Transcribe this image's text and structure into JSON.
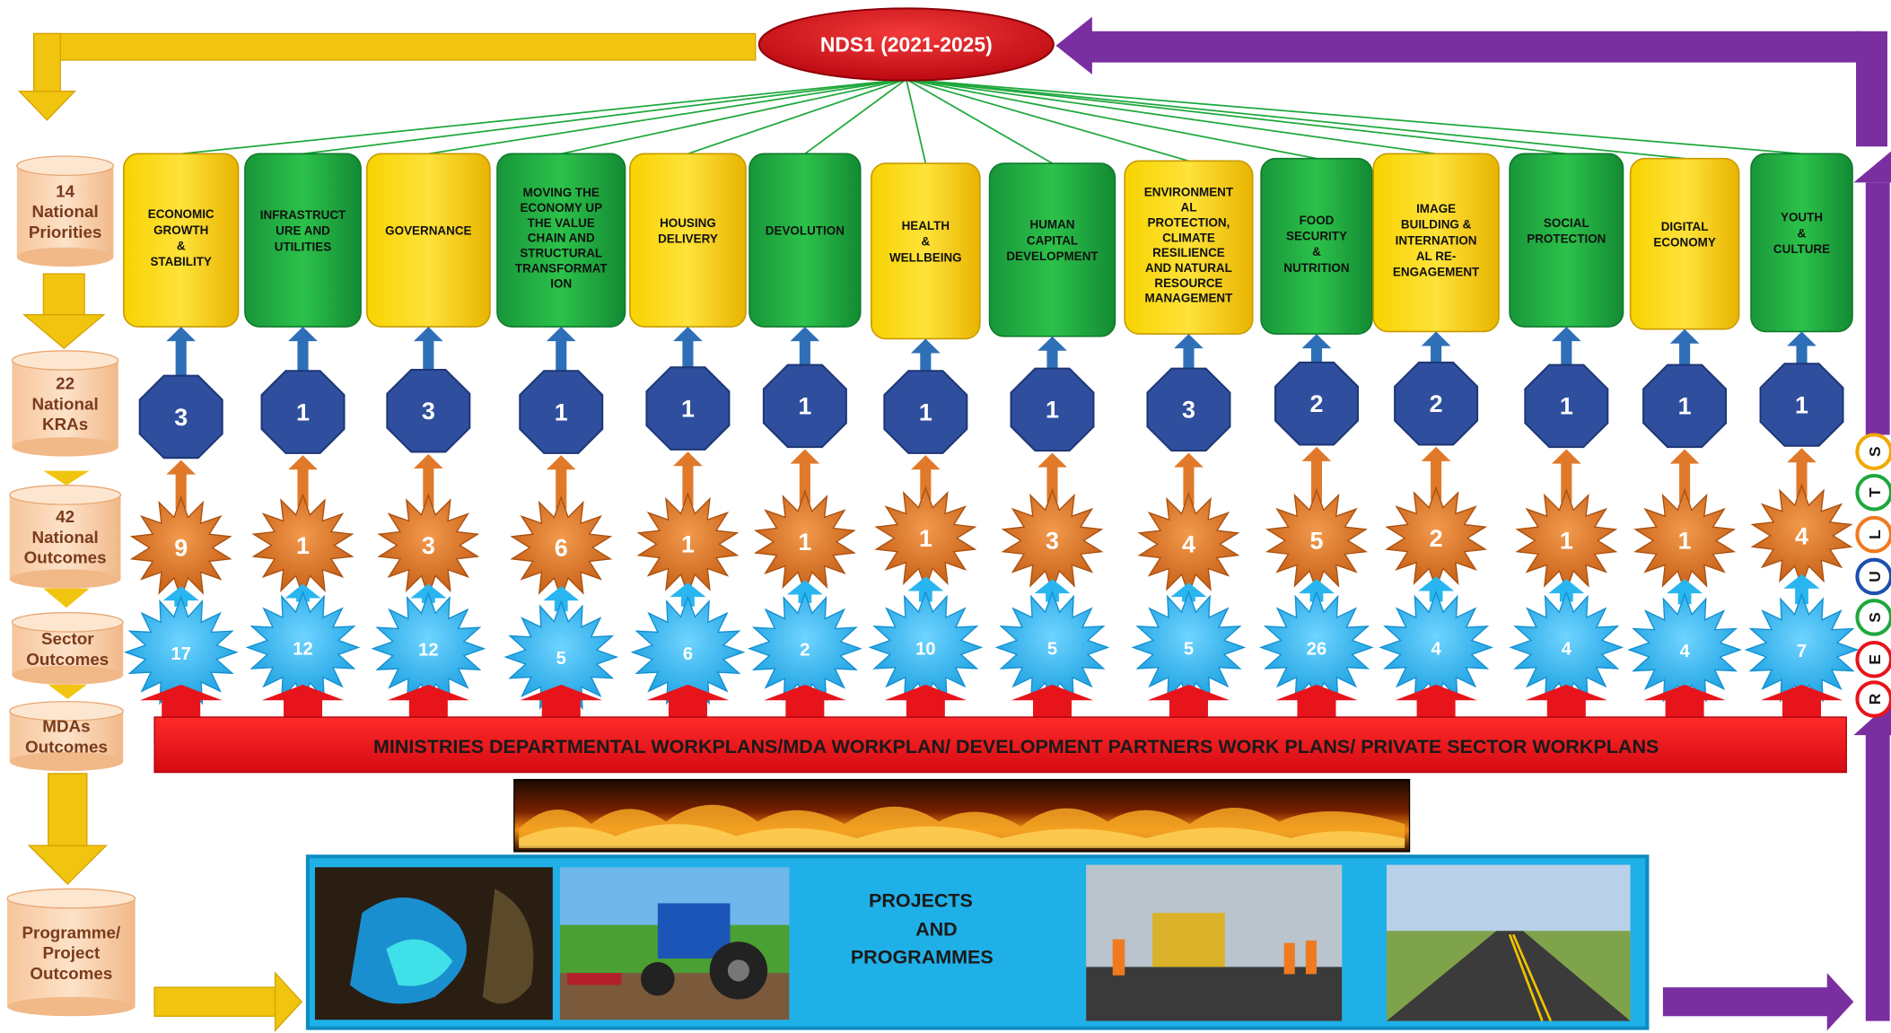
{
  "title": "NDS1 (2021-2025)",
  "side_labels": [
    {
      "lines": [
        "14",
        "National",
        "Priorities"
      ]
    },
    {
      "lines": [
        "22",
        "National",
        "KRAs"
      ]
    },
    {
      "lines": [
        "42",
        "National",
        "Outcomes"
      ]
    },
    {
      "lines": [
        "Sector",
        "Outcomes"
      ]
    },
    {
      "lines": [
        "MDAs",
        "Outcomes"
      ]
    },
    {
      "lines": [
        "Programme/",
        "Project",
        "Outcomes"
      ]
    }
  ],
  "priorities": [
    {
      "lines": [
        "ECONOMIC",
        "GROWTH",
        "&",
        "STABILITY"
      ],
      "color": "yellow",
      "kras": "3",
      "outcomes": "9",
      "sector": "17"
    },
    {
      "lines": [
        "INFRASTRUCT",
        "URE AND",
        "UTILITIES"
      ],
      "color": "green",
      "kras": "1",
      "outcomes": "1",
      "sector": "12"
    },
    {
      "lines": [
        "GOVERNANCE"
      ],
      "color": "yellow",
      "kras": "3",
      "outcomes": "3",
      "sector": "12"
    },
    {
      "lines": [
        "MOVING THE",
        "ECONOMY UP",
        "THE VALUE",
        "CHAIN AND",
        "STRUCTURAL",
        "TRANSFORMAT",
        "ION"
      ],
      "color": "green",
      "kras": "1",
      "outcomes": "6",
      "sector": "5"
    },
    {
      "lines": [
        "HOUSING",
        "DELIVERY"
      ],
      "color": "yellow",
      "kras": "1",
      "outcomes": "1",
      "sector": "6"
    },
    {
      "lines": [
        "DEVOLUTION"
      ],
      "color": "green",
      "kras": "1",
      "outcomes": "1",
      "sector": "2"
    },
    {
      "lines": [
        "HEALTH",
        "&",
        "WELLBEING"
      ],
      "color": "yellow",
      "kras": "1",
      "outcomes": "1",
      "sector": "10"
    },
    {
      "lines": [
        "HUMAN",
        "CAPITAL",
        "DEVELOPMENT"
      ],
      "color": "green",
      "kras": "1",
      "outcomes": "3",
      "sector": "5"
    },
    {
      "lines": [
        "ENVIRONMENT",
        "AL",
        "PROTECTION,",
        "CLIMATE",
        "RESILIENCE",
        "AND NATURAL",
        "RESOURCE",
        "MANAGEMENT"
      ],
      "color": "yellow",
      "kras": "3",
      "outcomes": "4",
      "sector": "5"
    },
    {
      "lines": [
        "FOOD",
        "SECURITY",
        "&",
        "NUTRITION"
      ],
      "color": "green",
      "kras": "2",
      "outcomes": "5",
      "sector": "26"
    },
    {
      "lines": [
        "IMAGE",
        "BUILDING &",
        "INTERNATION",
        "AL RE-",
        "ENGAGEMENT"
      ],
      "color": "yellow",
      "kras": "2",
      "outcomes": "2",
      "sector": "4"
    },
    {
      "lines": [
        "SOCIAL",
        "PROTECTION"
      ],
      "color": "green",
      "kras": "1",
      "outcomes": "1",
      "sector": "4"
    },
    {
      "lines": [
        "DIGITAL",
        "ECONOMY"
      ],
      "color": "yellow",
      "kras": "1",
      "outcomes": "1",
      "sector": "4"
    },
    {
      "lines": [
        "YOUTH",
        "&",
        "CULTURE"
      ],
      "color": "green",
      "kras": "1",
      "outcomes": "4",
      "sector": "7"
    }
  ],
  "workplans_banner": "MINISTRIES DEPARTMENTAL WORKPLANS/MDA WORKPLAN/ DEVELOPMENT PARTNERS WORK PLANS/ PRIVATE SECTOR WORKPLANS",
  "projects_lines": [
    "PROJECTS",
    "AND",
    "PROGRAMMES"
  ],
  "results_letters": [
    "R",
    "E",
    "S",
    "U",
    "L",
    "T",
    "S"
  ],
  "colors": {
    "yellow": "#f5c400",
    "green": "#1ea83c",
    "kra_blue": "#2f4f9e",
    "outcome_orange": "#e0792a",
    "sector_blue": "#29b6f0",
    "banner_red": "#e8141b",
    "ellipse_red": "#d9101a",
    "purple": "#7a2fa0",
    "gold": "#f1c40f",
    "projects_bg": "#20b0e8"
  }
}
